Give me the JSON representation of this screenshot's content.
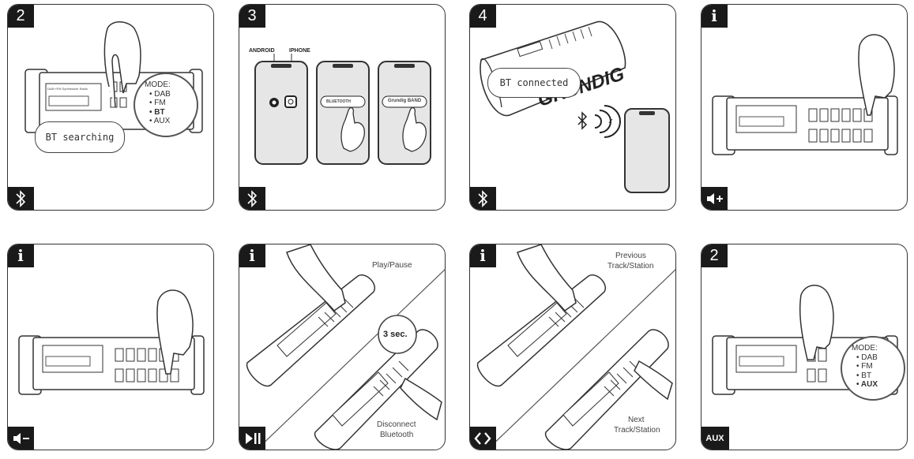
{
  "panels": [
    {
      "badge": "2",
      "corner_icon": "bluetooth-icon",
      "bubble": "BT searching",
      "display_text": "DAB+/FM Synthesizer Radio",
      "mode": {
        "title": "MODE:",
        "items": [
          "DAB",
          "FM",
          "BT",
          "AUX"
        ],
        "active": "BT"
      }
    },
    {
      "badge": "3",
      "corner_icon": "bluetooth-icon",
      "labels": {
        "android": "ANDROID",
        "iphone": "IPHONE"
      },
      "phone2_text": "BLUETOOTH",
      "phone3_text": "Grundig BAND"
    },
    {
      "badge": "4",
      "corner_icon": "bluetooth-icon",
      "bubble": "BT connected",
      "brand": "GRUNDIG"
    },
    {
      "badge": "i",
      "corner_icon": "volume-up-icon"
    },
    {
      "badge": "i",
      "corner_icon": "volume-down-icon"
    },
    {
      "badge": "i",
      "corner_icon": "play-pause-icon",
      "label_top": "Play/Pause",
      "label_bottom_1": "Disconnect",
      "label_bottom_2": "Bluetooth",
      "hold": "3 sec."
    },
    {
      "badge": "i",
      "corner_icon": "prev-next-icon",
      "label_top_1": "Previous",
      "label_top_2": "Track/Station",
      "label_bottom_1": "Next",
      "label_bottom_2": "Track/Station"
    },
    {
      "badge": "2",
      "corner_label": "AUX",
      "mode": {
        "title": "MODE:",
        "items": [
          "DAB",
          "FM",
          "BT",
          "AUX"
        ],
        "active": "AUX"
      }
    }
  ]
}
